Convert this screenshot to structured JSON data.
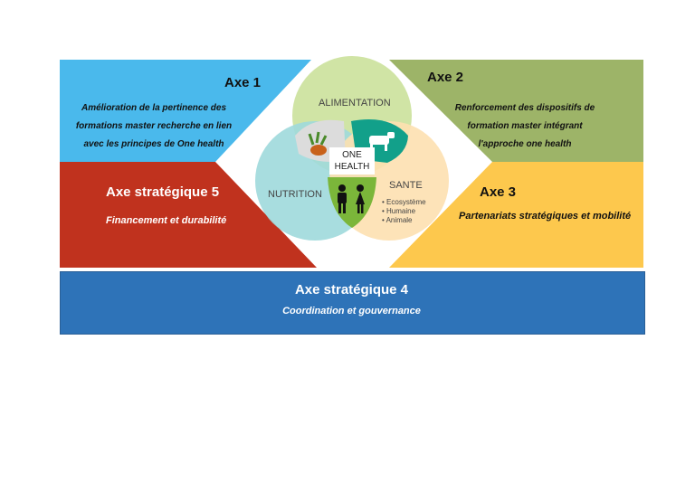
{
  "axes": {
    "axe1": {
      "title": "Axe 1",
      "lines": [
        "Amélioration de la pertinence des",
        "formations master recherche en lien",
        "avec les principes de One health"
      ],
      "color": "#4ab9ec"
    },
    "axe2": {
      "title": "Axe 2",
      "lines": [
        "Renforcement des dispositifs de",
        "formation master intégrant",
        "l'approche one health"
      ],
      "color": "#9db468"
    },
    "axe3": {
      "title": "Axe 3",
      "subtitle": "Partenariats stratégiques et mobilité",
      "color": "#fdc84d"
    },
    "axe4": {
      "title": "Axe stratégique 4",
      "subtitle": "Coordination et gouvernance",
      "color": "#2e73b8"
    },
    "axe5": {
      "title": "Axe stratégique 5",
      "subtitle": "Financement et durabilité",
      "color": "#c0321e"
    }
  },
  "venn": {
    "alimentation": "ALIMENTATION",
    "nutrition": "NUTRITION",
    "sante": "SANTE",
    "center": [
      "ONE",
      "HEALTH"
    ],
    "sante_items": [
      "Ecosystème",
      "Humaine",
      "Animale"
    ],
    "colors": {
      "alimentation": "#cde3a0",
      "nutrition": "#9fd9dc",
      "sante": "#fde0b0",
      "animal": "#12a08a",
      "human": "#7bb63a",
      "food": "#dcdcdc"
    }
  }
}
